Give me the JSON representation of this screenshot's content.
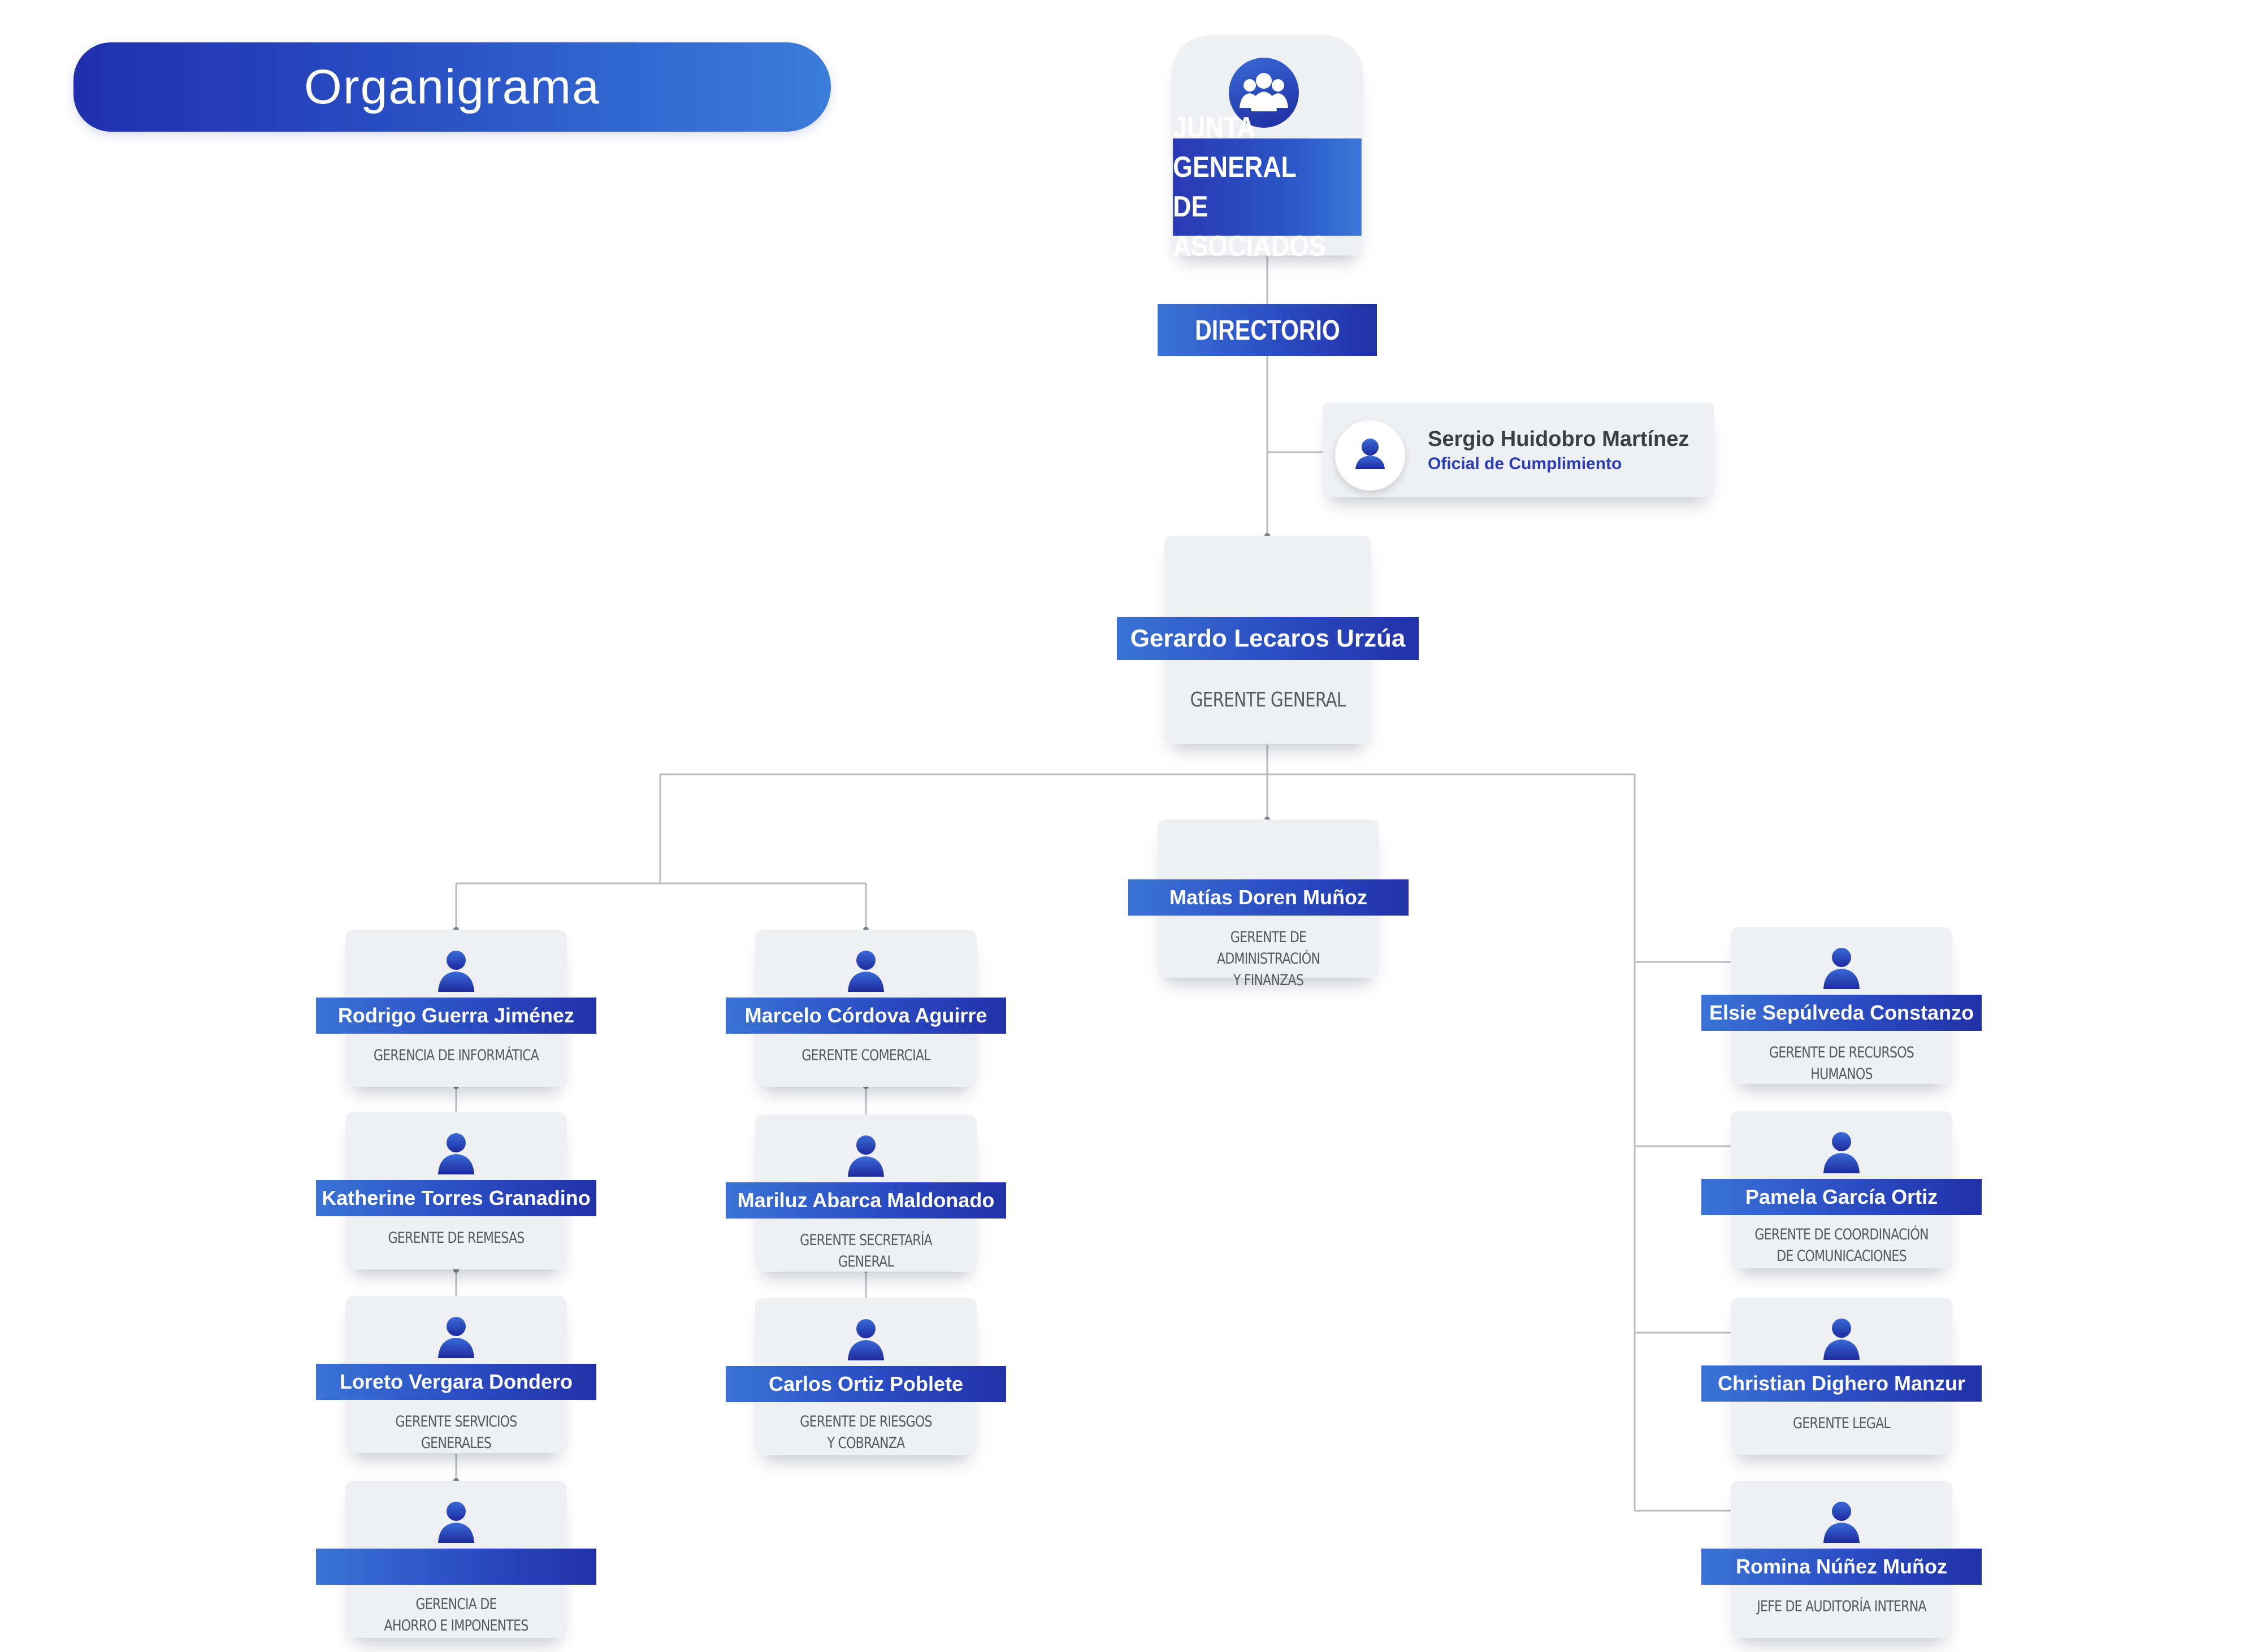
{
  "header": {
    "title": "Organigrama"
  },
  "junta": {
    "line1": "JUNTA GENERAL",
    "line2": "DE ASOCIADOS",
    "icon": "group-icon"
  },
  "directorio": {
    "label": "DIRECTORIO"
  },
  "oficial": {
    "name": "Sergio Huidobro Martínez",
    "role": "Oficial de Cumplimiento"
  },
  "gerente_general": {
    "name": "Gerardo Lecaros Urzúa",
    "role": "GERENTE GENERAL"
  },
  "admin": {
    "name": "Matías Doren Muñoz",
    "role_line1": "GERENTE DE ADMINISTRACIÓN",
    "role_line2": "Y FINANZAS"
  },
  "col_left": [
    {
      "name": "Rodrigo Guerra Jiménez",
      "role_line1": "GERENCIA DE INFORMÁTICA",
      "role_line2": ""
    },
    {
      "name": "Katherine Torres Granadino",
      "role_line1": "GERENTE DE REMESAS",
      "role_line2": ""
    },
    {
      "name": "Loreto Vergara Dondero",
      "role_line1": "GERENTE SERVICIOS GENERALES",
      "role_line2": ""
    },
    {
      "name": "",
      "role_line1": "GERENCIA DE",
      "role_line2": "AHORRO E IMPONENTES"
    }
  ],
  "col_mid": [
    {
      "name": "Marcelo Córdova Aguirre",
      "role_line1": "GERENTE COMERCIAL",
      "role_line2": ""
    },
    {
      "name": "Mariluz Abarca Maldonado",
      "role_line1": "GERENTE SECRETARÍA GENERAL",
      "role_line2": ""
    },
    {
      "name": "Carlos Ortiz Poblete",
      "role_line1": "GERENTE DE RIESGOS",
      "role_line2": "Y COBRANZA"
    }
  ],
  "col_right": [
    {
      "name": "Elsie Sepúlveda Constanzo",
      "role_line1": "GERENTE DE RECURSOS HUMANOS",
      "role_line2": ""
    },
    {
      "name": "Pamela García Ortiz",
      "role_line1": "GERENTE DE COORDINACIÓN",
      "role_line2": "DE COMUNICACIONES"
    },
    {
      "name": "Christian Dighero Manzur",
      "role_line1": "GERENTE LEGAL",
      "role_line2": ""
    },
    {
      "name": "Romina Núñez Muñoz",
      "role_line1": "JEFE DE AUDITORÍA INTERNA",
      "role_line2": ""
    }
  ],
  "colors": {
    "accent": "#2a4cc2",
    "accent_dark": "#1f2fae",
    "accent_light": "#3b7ddb",
    "card_bg": "#eef0f3",
    "connector": "#b9bcc2",
    "role_text": "#555a60"
  }
}
